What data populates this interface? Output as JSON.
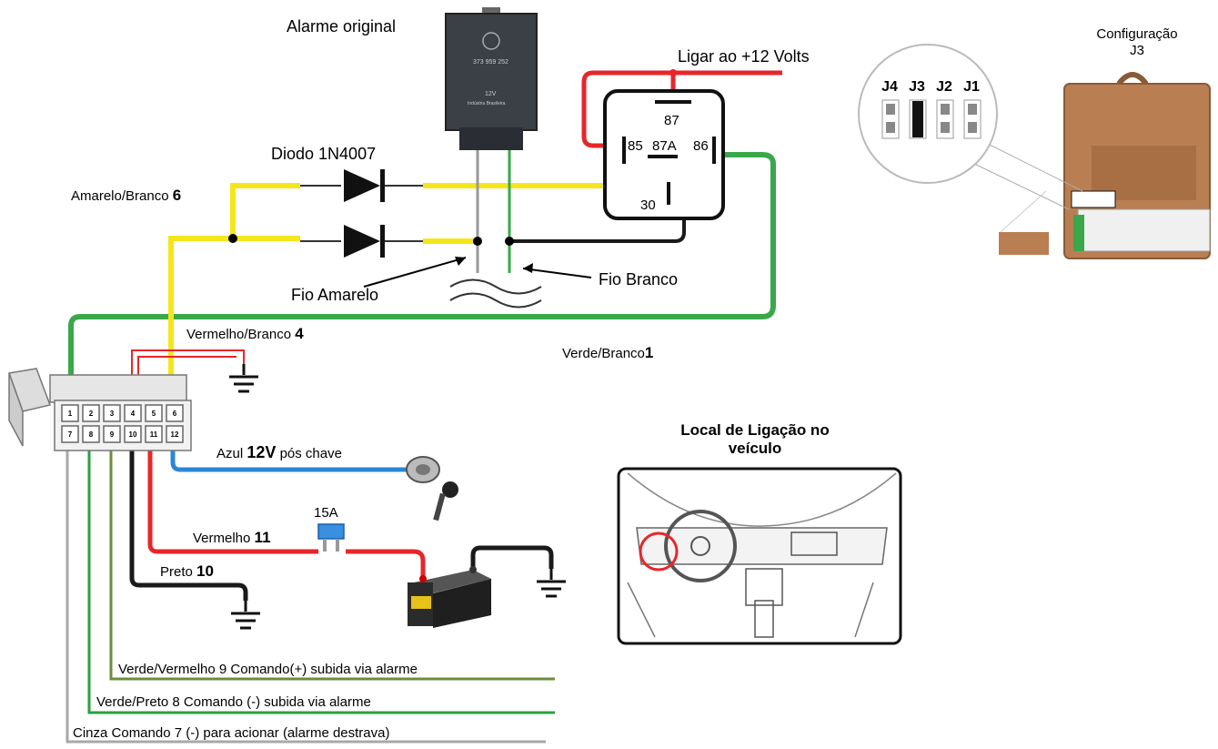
{
  "labels": {
    "alarme_original": "Alarme original",
    "alarm_module_code": "373 959 252",
    "alarm_module_voltage": "12V",
    "alarm_module_maker": "Indústria Brasileira",
    "ligar_12v": "Ligar ao +12 Volts",
    "diodo": "Diodo 1N4007",
    "amarelo_branco_text": "Amarelo/Branco",
    "amarelo_branco_num": "6",
    "fio_amarelo": "Fio Amarelo",
    "fio_branco": "Fio Branco",
    "vermelho_branco_text": "Vermelho/Branco",
    "vermelho_branco_num": "4",
    "verde_branco_text": "Verde/Branco",
    "verde_branco_num": "1",
    "azul_text": "Azul",
    "azul_bold": "12V",
    "azul_suffix": "pós chave",
    "fuse": "15A",
    "vermelho_text": "Vermelho",
    "vermelho_num": "11",
    "preto_text": "Preto",
    "preto_num": "10",
    "verde_vermelho": "Verde/Vermelho 9 Comando(+) subida via alarme",
    "verde_preto": "Verde/Preto 8 Comando (-) subida via alarme",
    "cinza": "Cinza Comando 7 (-) para acionar (alarme destrava)",
    "local_line1": "Local de Ligação no",
    "local_line2": "veículo",
    "config_line1": "Configuração",
    "config_line2": "J3"
  },
  "relay": {
    "pin_87": "87",
    "pin_85": "85",
    "pin_87a": "87A",
    "pin_86": "86",
    "pin_30": "30"
  },
  "jumpers": [
    "J4",
    "J3",
    "J2",
    "J1"
  ],
  "connector_pins_top": [
    "1",
    "2",
    "3",
    "4",
    "5",
    "6"
  ],
  "connector_pins_bottom": [
    "7",
    "8",
    "9",
    "10",
    "11",
    "12"
  ],
  "colors": {
    "yellow": "#f5e61c",
    "red": "#e8262a",
    "green": "#3aa84a",
    "blue": "#2b86d6",
    "black": "#1a1a1a",
    "gray": "#a8a8a8",
    "module_brown": "#b97f52"
  }
}
